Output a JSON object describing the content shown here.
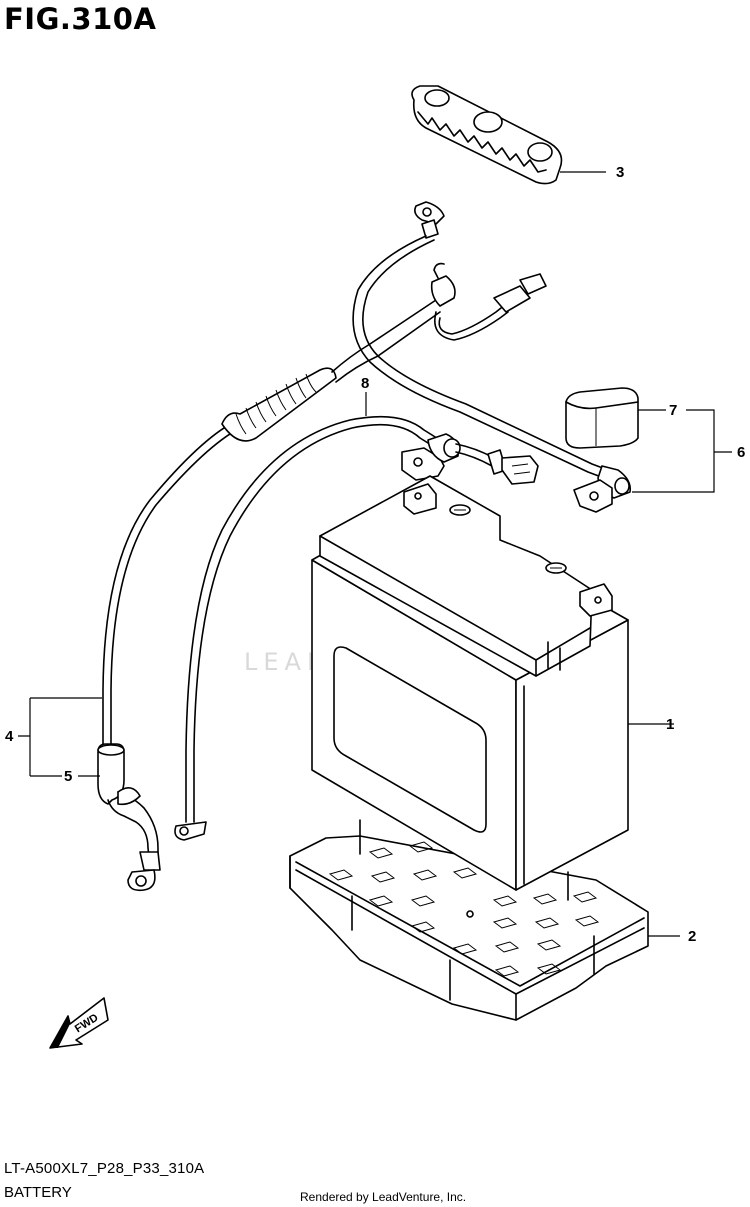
{
  "figure": {
    "title": "FIG.310A",
    "code": "LT-A500XL7_P28_P33_310A",
    "name": "BATTERY",
    "credit": "Rendered by LeadVenture, Inc.",
    "watermark": "LEADVENTURE",
    "fwd_label": "FWD"
  },
  "callouts": [
    "1",
    "2",
    "3",
    "4",
    "5",
    "6",
    "7",
    "8"
  ],
  "parts": [
    {
      "ref": "1",
      "part": "battery"
    },
    {
      "ref": "2",
      "part": "battery-tray"
    },
    {
      "ref": "3",
      "part": "terminal-cover"
    },
    {
      "ref": "4",
      "part": "negative-cable"
    },
    {
      "ref": "5",
      "part": "cable-boot"
    },
    {
      "ref": "6",
      "part": "positive-lead-assembly"
    },
    {
      "ref": "7",
      "part": "terminal-cap"
    },
    {
      "ref": "8",
      "part": "battery-lead-wire"
    }
  ]
}
